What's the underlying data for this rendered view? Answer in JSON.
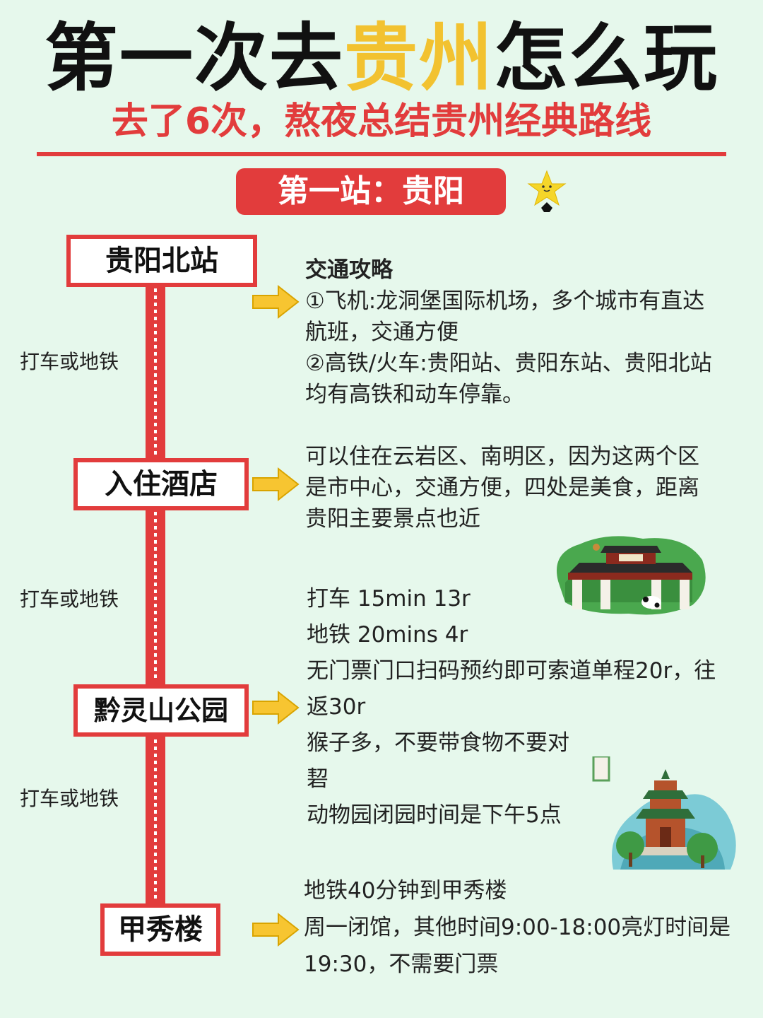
{
  "title": {
    "part1": "第一次去",
    "highlight": "贵州",
    "part2": "怎么玩"
  },
  "subtitle": "去了6次，熬夜总结贵州经典路线",
  "banner": "第一站：贵阳",
  "connector_label": "打车或地铁",
  "stops": [
    {
      "name": "贵阳北站"
    },
    {
      "name": "入住酒店"
    },
    {
      "name": "黔灵山公园"
    },
    {
      "name": "甲秀楼"
    }
  ],
  "info": {
    "transport": {
      "heading": "交通攻略",
      "lines": [
        "①飞机:龙洞堡国际机场，多个城市有直达",
        "航班，交通方便",
        "②高铁/火车:贵阳站、贵阳东站、贵阳北站",
        "均有高铁和动车停靠。"
      ]
    },
    "hotel": {
      "lines": [
        "可以住在云岩区、南明区，因为这两个区",
        "是市中心，交通方便，四处是美食，距离",
        "贵阳主要景点也近"
      ]
    },
    "park": {
      "lines": [
        "打车 15min 13r",
        "地铁 20mins 4r",
        "无门票门口扫码预约即可索道单程20r，往",
        "返30r",
        "猴子多，不要带食物不要对",
        "䂮",
        "动物园闭园时间是下午5点"
      ]
    },
    "jiaxiu": {
      "lines": [
        "地铁40分钟到甲秀楼",
        "周一闭馆，其他时间9:00-18:00亮灯时间是",
        "19:30，不需要门票"
      ]
    }
  },
  "colors": {
    "accent_red": "#e23c3c",
    "highlight_yellow": "#f2c230",
    "background": "#e6f8ec",
    "arrow_yellow": "#f7c531"
  },
  "icons": [
    "star-mascot-icon",
    "arrow-right-icon",
    "park-gate-illustration",
    "pavilion-illustration"
  ]
}
